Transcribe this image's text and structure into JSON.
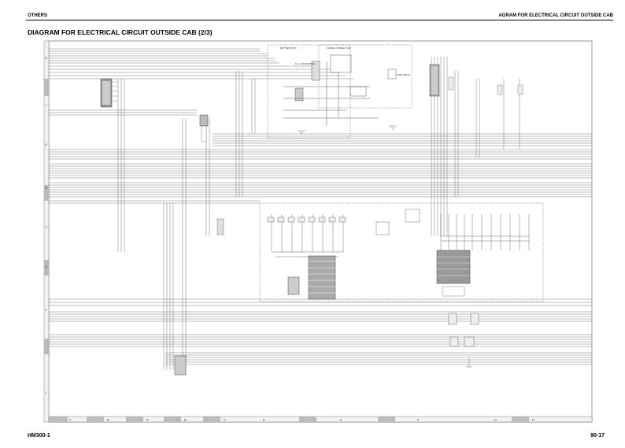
{
  "header": {
    "section": "OTHERS",
    "page_title": "AGRAM FOR ELECTRICAL CIRCUIT OUTSIDE CAB"
  },
  "title": "DIAGRAM FOR ELECTRICAL CIRCUIT OUTSIDE CAB (2/3)",
  "footer": {
    "model": "HM300-1",
    "page": "90-17"
  },
  "grid": {
    "rows": [
      "8",
      "7",
      "6",
      "5",
      "4",
      "3",
      "2",
      "1"
    ],
    "cols": [
      "C",
      "B",
      "A",
      "B",
      "C",
      "D",
      "E",
      "F",
      "G",
      "H"
    ]
  }
}
